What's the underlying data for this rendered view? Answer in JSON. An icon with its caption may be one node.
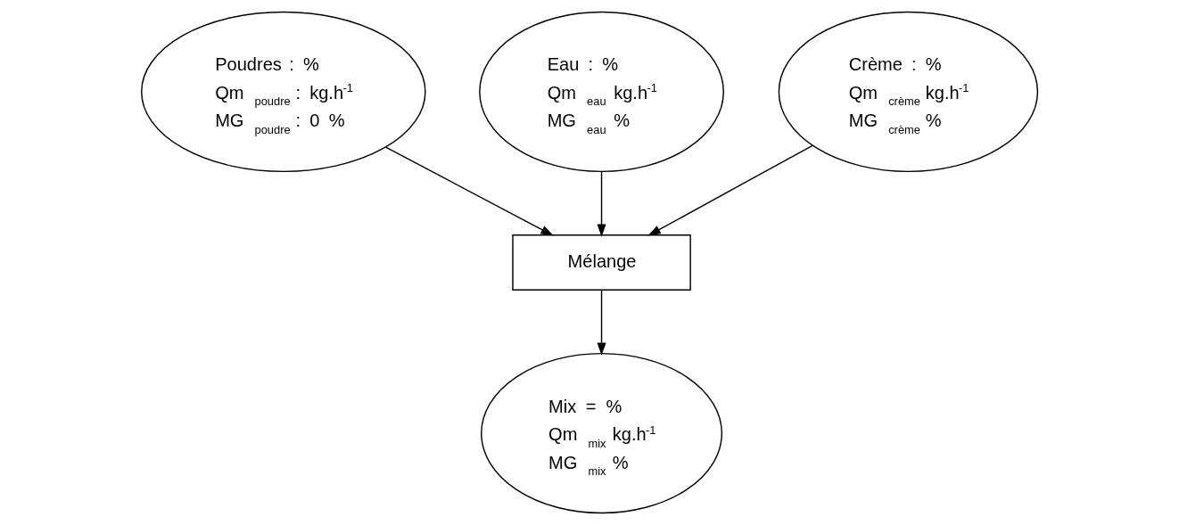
{
  "diagram": {
    "nodes": [
      {
        "text": [
          "Poudres : %",
          "Qm $_{poudre}$ : kg.h$^{-1}$",
          "MG $_{poudre}$ : 0 %"
        ]
      },
      {
        "text": [
          "Eau : %",
          "Qm $_{eau}$ kg.h$^{-1}$",
          "MG $_{eau}$ %"
        ]
      },
      {
        "text": [
          "Crème : %",
          "Qm $_{crème}$ kg.h$^{-1}$",
          "MG $_{crème}$ %"
        ]
      },
      {
        "text": [
          "Mélange"
        ]
      },
      {
        "text": [
          "Mix = %",
          "Qm $_{mix}$ kg.h$^{-1}$",
          "MG $_{mix}$ %"
        ]
      }
    ],
    "edges": [
      {
        "from": 0,
        "to": 3,
        "arrow": "to"
      },
      {
        "from": 1,
        "to": 3,
        "arrow": "to"
      },
      {
        "from": 2,
        "to": 3,
        "arrow": "to"
      },
      {
        "from": 3,
        "to": 4,
        "arrow": "to"
      }
    ]
  }
}
